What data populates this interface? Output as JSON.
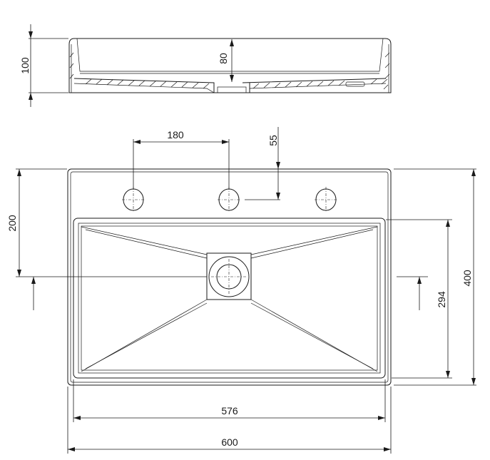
{
  "dimensions": {
    "side_height": "100",
    "basin_depth": "80",
    "hole_spacing": "180",
    "hole_offset": "55",
    "drain_offset": "200",
    "basin_depth_top": "294",
    "total_depth": "400",
    "basin_width": "576",
    "total_width": "600"
  }
}
